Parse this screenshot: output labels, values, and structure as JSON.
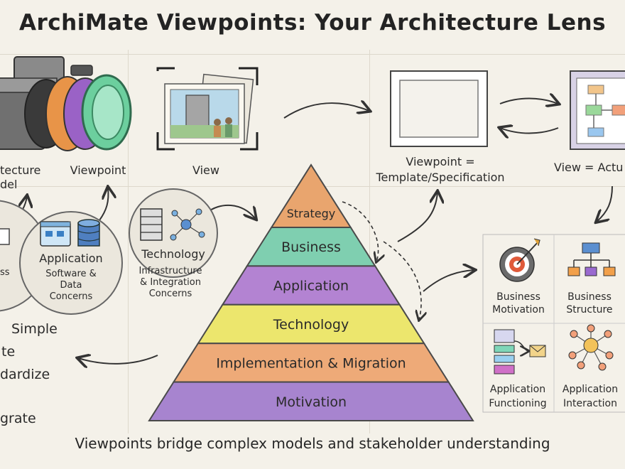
{
  "title": "ArchiMate Viewpoints: Your Architecture Lens",
  "caption": "Viewpoints bridge complex models and stakeholder understanding",
  "top_row": {
    "model_label_1": "tecture",
    "model_label_2": "del",
    "viewpoint_label": "Viewpoint",
    "view_label": "View",
    "template_label_1": "Viewpoint =",
    "template_label_2": "Template/Specification",
    "actual_label": "View = Actu"
  },
  "concerns": {
    "partial_label": "ss",
    "application_title": "Application",
    "application_desc_1": "Software &",
    "application_desc_2": "Data",
    "application_desc_3": "Concerns",
    "technology_title": "Technology",
    "technology_desc_1": "Infrastructure",
    "technology_desc_2": "& Integration",
    "technology_desc_3": "Concerns"
  },
  "benefits": [
    "Simple",
    "te",
    "dardize",
    "grate"
  ],
  "pyramid": {
    "layers": [
      {
        "label": "Strategy",
        "color": "#e9a56e"
      },
      {
        "label": "Business",
        "color": "#7fcfb0"
      },
      {
        "label": "Application",
        "color": "#b383d2"
      },
      {
        "label": "Technology",
        "color": "#ece66d"
      },
      {
        "label": "Implementation & Migration",
        "color": "#eeaa78"
      },
      {
        "label": "Motivation",
        "color": "#a784cf"
      }
    ]
  },
  "viewpoint_types": [
    {
      "line1": "Business",
      "line2": "Motivation",
      "icon": "target-icon"
    },
    {
      "line1": "Business",
      "line2": "Structure",
      "icon": "org-chart-icon"
    },
    {
      "line1": "Application",
      "line2": "Functioning",
      "icon": "app-flow-icon"
    },
    {
      "line1": "Application",
      "line2": "Interaction",
      "icon": "network-icon"
    }
  ]
}
